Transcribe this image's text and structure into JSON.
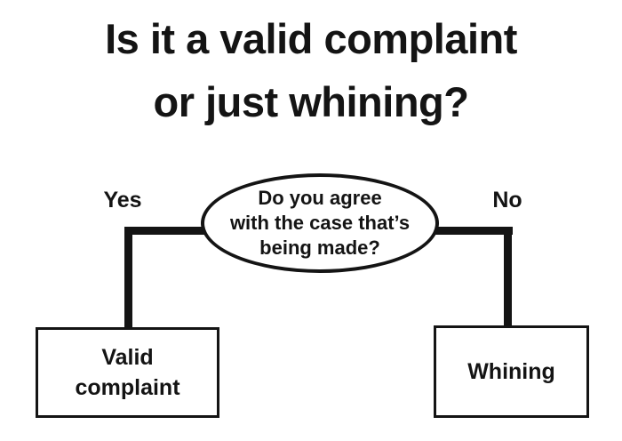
{
  "title": {
    "lines": [
      "Is it a valid complaint",
      "or just whining?"
    ]
  },
  "decision": {
    "lines": [
      "Do you agree",
      "with the case that’s",
      "being made?"
    ]
  },
  "branches": {
    "yes": "Yes",
    "no": "No"
  },
  "outcomes": {
    "yes": {
      "lines": [
        "Valid",
        "complaint"
      ]
    },
    "no": {
      "lines": [
        "Whining"
      ]
    }
  },
  "colors": {
    "ink": "#141414",
    "background": "#ffffff"
  }
}
